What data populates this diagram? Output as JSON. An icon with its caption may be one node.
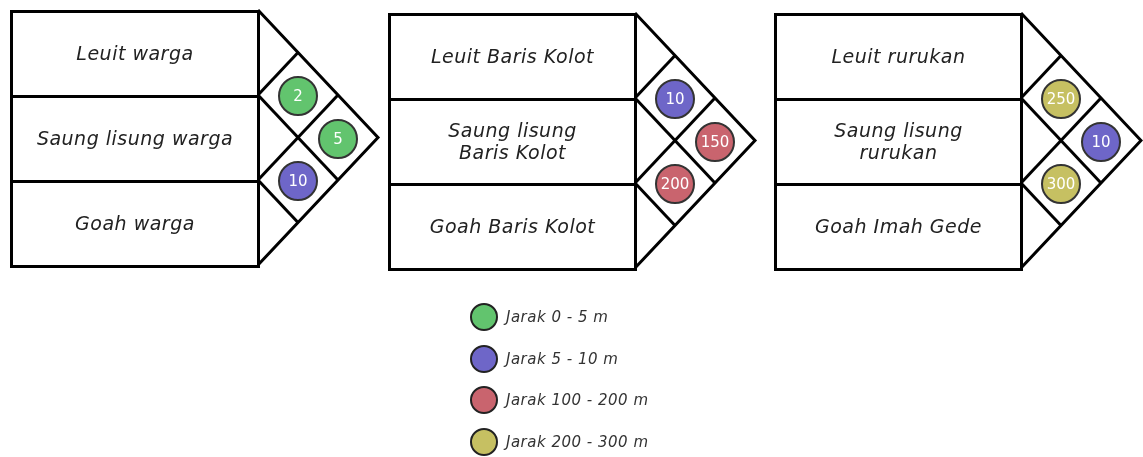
{
  "diagram": {
    "nodes": [
      {
        "text": [
          "Leuit warga"
        ]
      },
      {
        "text": [
          "Saung lisung warga"
        ]
      },
      {
        "text": [
          "Goah warga"
        ]
      },
      {
        "text": [
          "2"
        ]
      },
      {
        "text": [
          "5"
        ]
      },
      {
        "text": [
          "10"
        ]
      },
      {
        "text": [
          "Leuit Baris Kolot"
        ]
      },
      {
        "text": [
          "Saung lisung Baris Kolot"
        ]
      },
      {
        "text": [
          "Goah Baris Kolot"
        ]
      },
      {
        "text": [
          "10"
        ]
      },
      {
        "text": [
          "150"
        ]
      },
      {
        "text": [
          "200"
        ]
      },
      {
        "text": [
          "Leuit rurukan"
        ]
      },
      {
        "text": [
          "Saung lisung rurukan"
        ]
      },
      {
        "text": [
          "Goah Imah Gede"
        ]
      },
      {
        "text": [
          "250"
        ]
      },
      {
        "text": [
          "10"
        ]
      },
      {
        "text": [
          "300"
        ]
      }
    ],
    "legend": [
      {
        "text": "Jarak 0 - 5 m",
        "color": "#62c46e"
      },
      {
        "text": "Jarak 5 - 10 m",
        "color": "#6e66c8"
      },
      {
        "text": "Jarak 100 - 200 m",
        "color": "#c9646e"
      },
      {
        "text": "Jarak 200 - 300 m",
        "color": "#c6c062"
      }
    ]
  }
}
